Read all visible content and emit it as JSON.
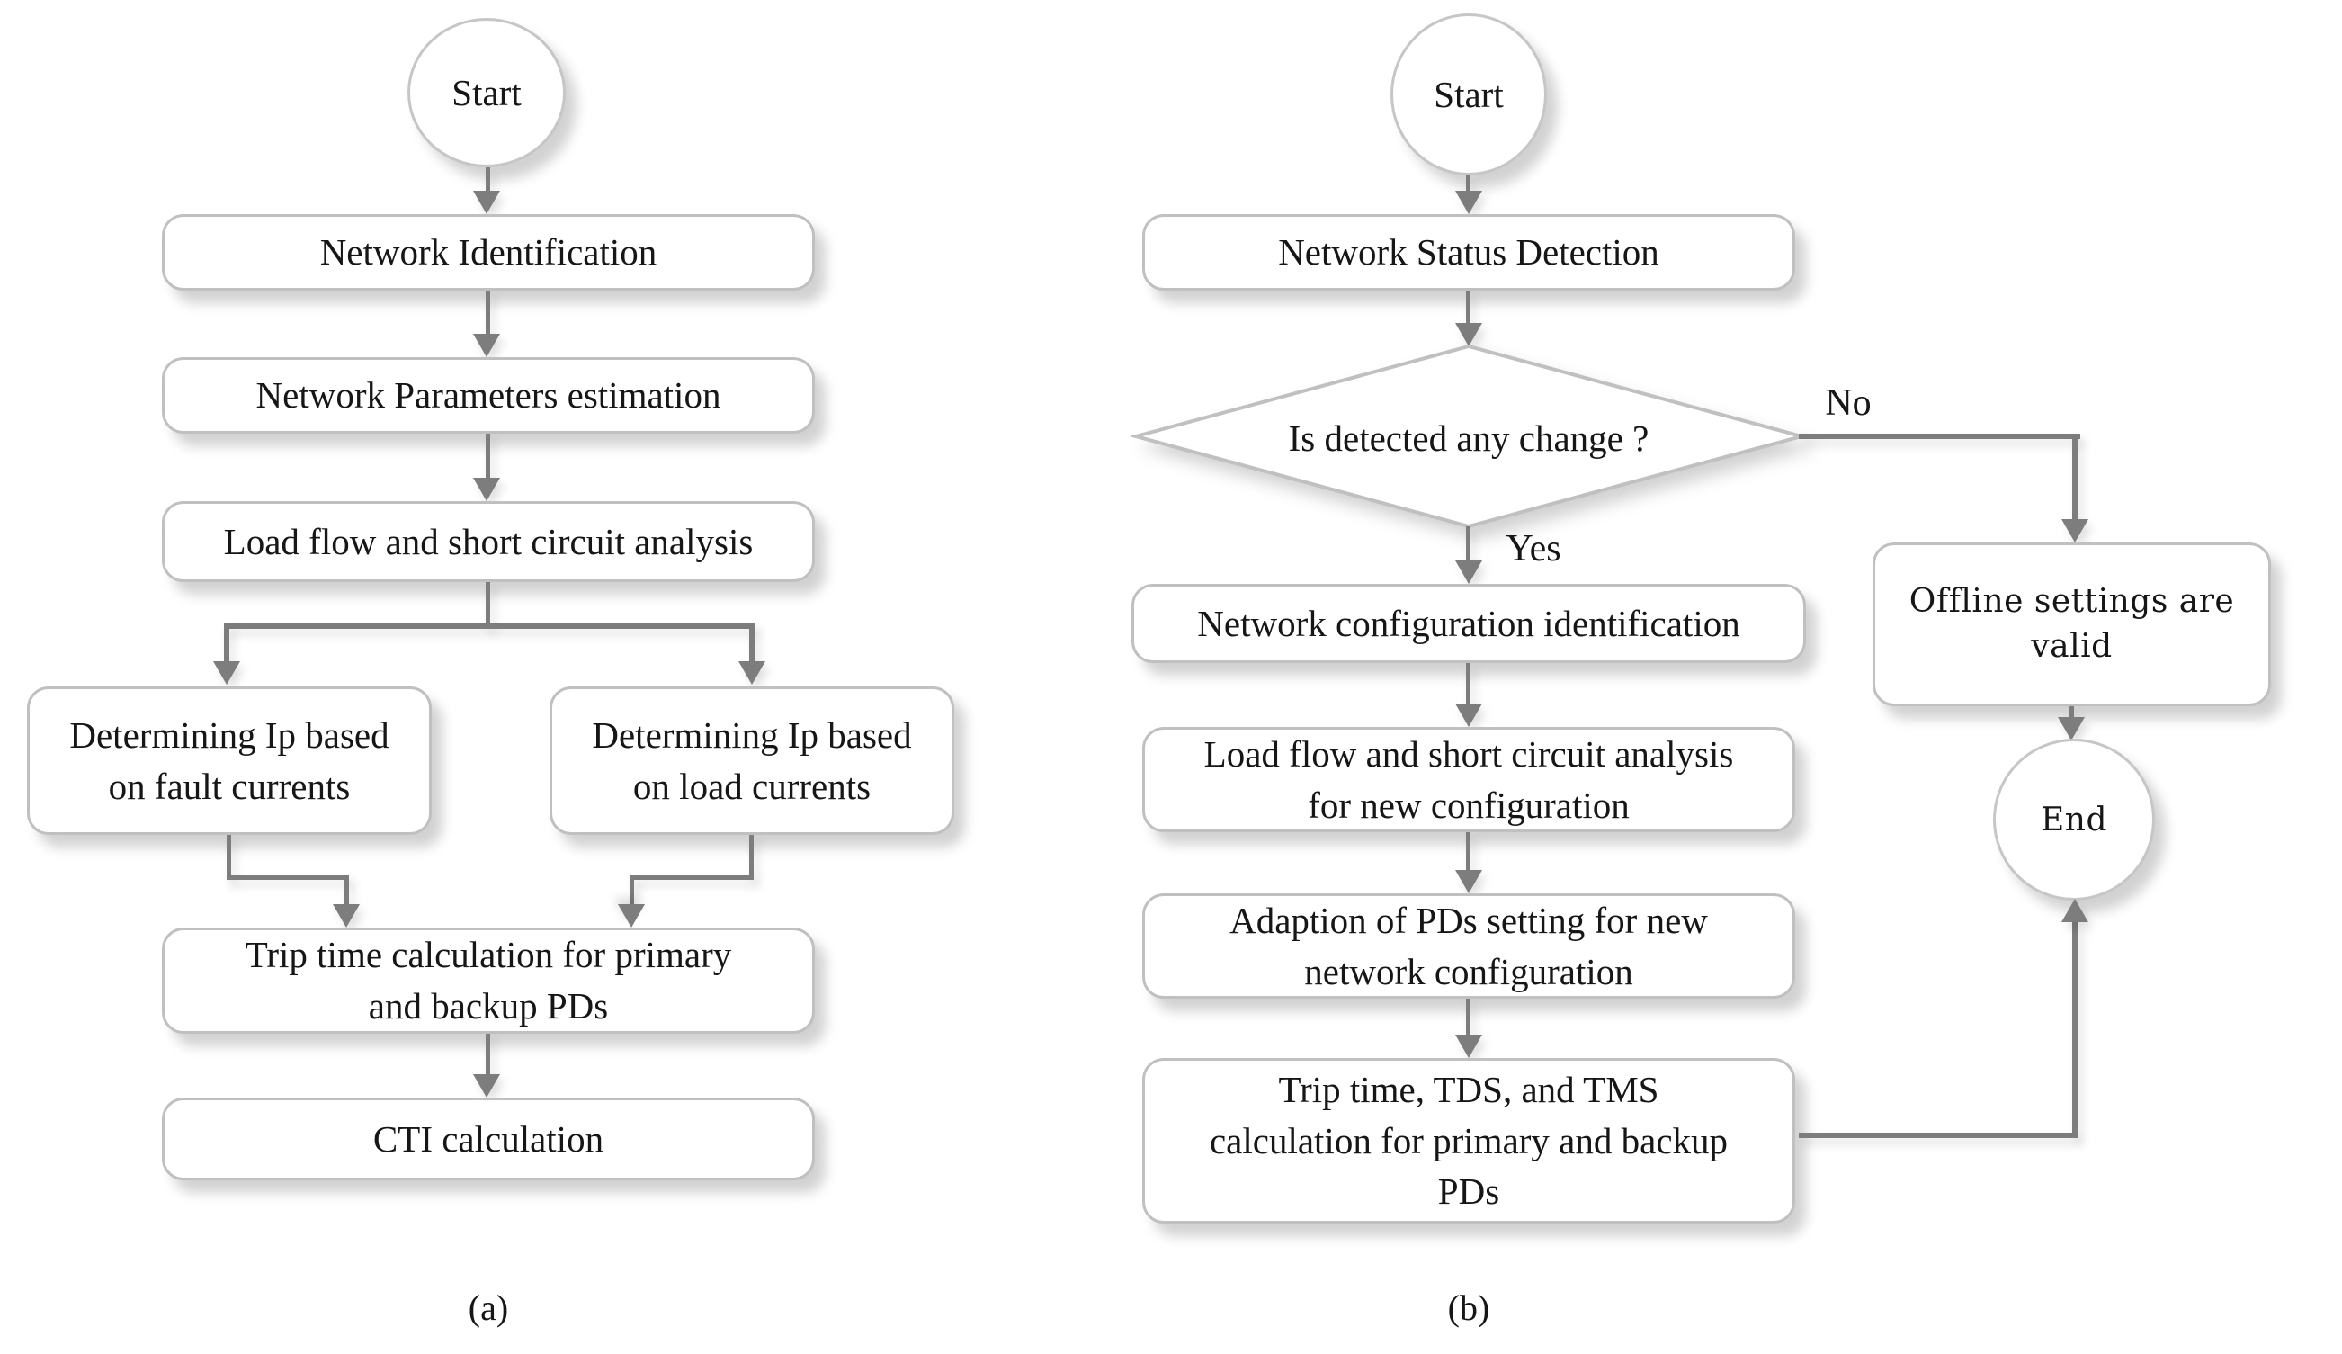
{
  "panel_a": {
    "caption": "(a)",
    "start_label": "Start",
    "steps": {
      "network_identification": "Network Identification",
      "network_parameters_estimation": "Network Parameters estimation",
      "load_flow_short_circuit": "Load flow and short circuit analysis",
      "determining_ip_fault": "Determining Ip based\non fault currents",
      "determining_ip_load": "Determining Ip based\non load currents",
      "trip_time_calculation": "Trip time calculation for primary\nand backup PDs",
      "cti_calculation": "CTI calculation"
    }
  },
  "panel_b": {
    "caption": "(b)",
    "start_label": "Start",
    "end_label": "End",
    "decision": {
      "label": "Is detected any change ?",
      "yes_label": "Yes",
      "no_label": "No"
    },
    "steps": {
      "network_status_detection": "Network Status Detection",
      "network_configuration_identification": "Network configuration identification",
      "load_flow_new_configuration": "Load flow and short circuit analysis\nfor new configuration",
      "adaption_pds_setting": "Adaption of PDs setting for new\nnetwork configuration",
      "trip_time_tds_tms": "Trip time, TDS, and TMS\ncalculation for primary and backup\nPDs",
      "offline_settings_valid": "Offline settings are\nvalid"
    }
  },
  "colors": {
    "box_border": "#c0c0c0",
    "connector": "#7d7d7d",
    "text": "#161616"
  }
}
